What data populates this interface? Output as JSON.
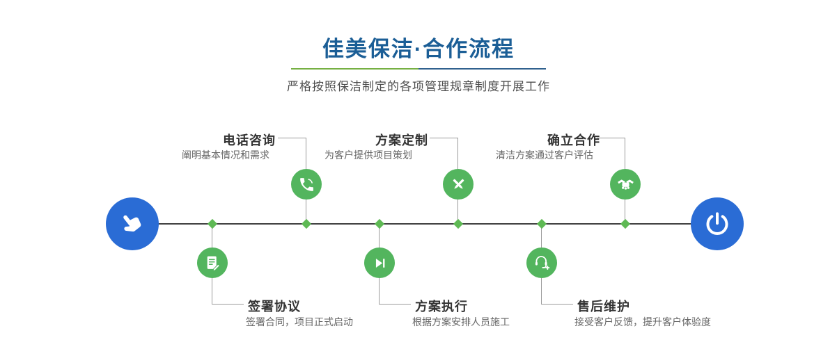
{
  "header": {
    "title": "佳美保洁·合作流程",
    "subtitle": "严格按照保洁制定的各项管理规章制度开展工作"
  },
  "colors": {
    "title_blue": "#1b5e96",
    "divider_green": "#76b043",
    "divider_blue": "#30618e",
    "node_green": "#53b55e",
    "diamond_green": "#5eb954",
    "endpoint_blue": "#2a6cd5",
    "line_dark": "#404040",
    "connector_gray": "#9a9a9a"
  },
  "flow": {
    "start_icon": "pointing-hand-icon",
    "end_icon": "power-icon",
    "top_steps": [
      {
        "title": "电话咨询",
        "desc": "阐明基本情况和需求",
        "icon": "phone-icon"
      },
      {
        "title": "方案定制",
        "desc": "为客户提供项目策划",
        "icon": "design-tools-icon"
      },
      {
        "title": "确立合作",
        "desc": "清洁方案通过客户评估",
        "icon": "handshake-icon"
      }
    ],
    "bottom_steps": [
      {
        "title": "签署协议",
        "desc": "签署合同，项目正式启动",
        "icon": "contract-icon"
      },
      {
        "title": "方案执行",
        "desc": "根据方案安排人员施工",
        "icon": "play-next-icon"
      },
      {
        "title": "售后维护",
        "desc": "接受客户反馈，提升客户体验度",
        "icon": "support-headset-icon"
      }
    ]
  }
}
